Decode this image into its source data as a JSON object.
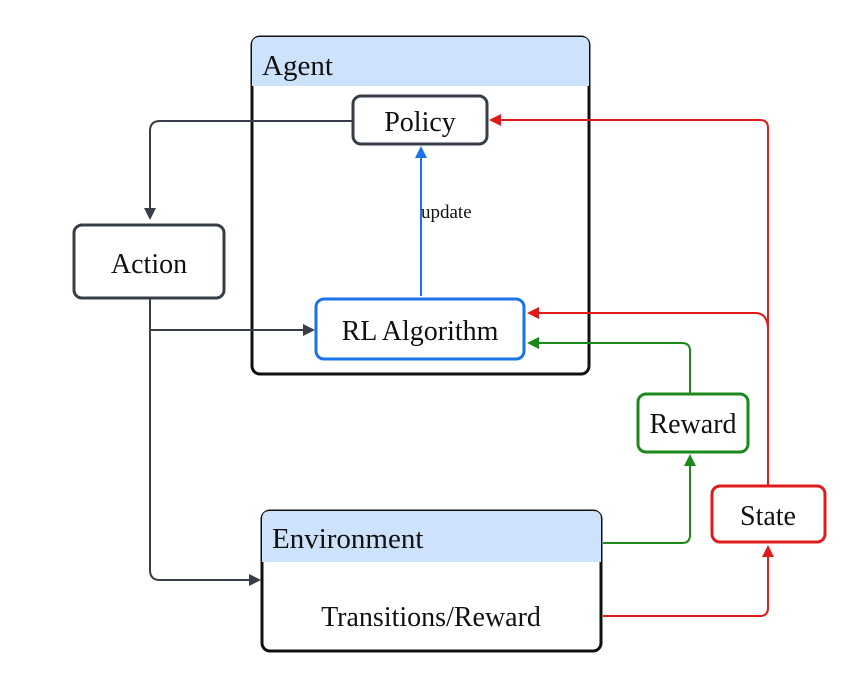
{
  "diagram": {
    "containers": {
      "agent": {
        "title": "Agent"
      },
      "environment": {
        "title": "Environment",
        "body": "Transitions/Reward"
      }
    },
    "nodes": {
      "policy": "Policy",
      "rl_algorithm": "RL Algorithm",
      "action": "Action",
      "reward": "Reward",
      "state": "State"
    },
    "edge_labels": {
      "update": "update"
    }
  },
  "colors": {
    "dark": "#373e48",
    "black": "#111111",
    "blue": "#1a73e8",
    "green": "#1b8a1b",
    "red": "#e01b1b",
    "header_fill": "#cce3fb"
  }
}
